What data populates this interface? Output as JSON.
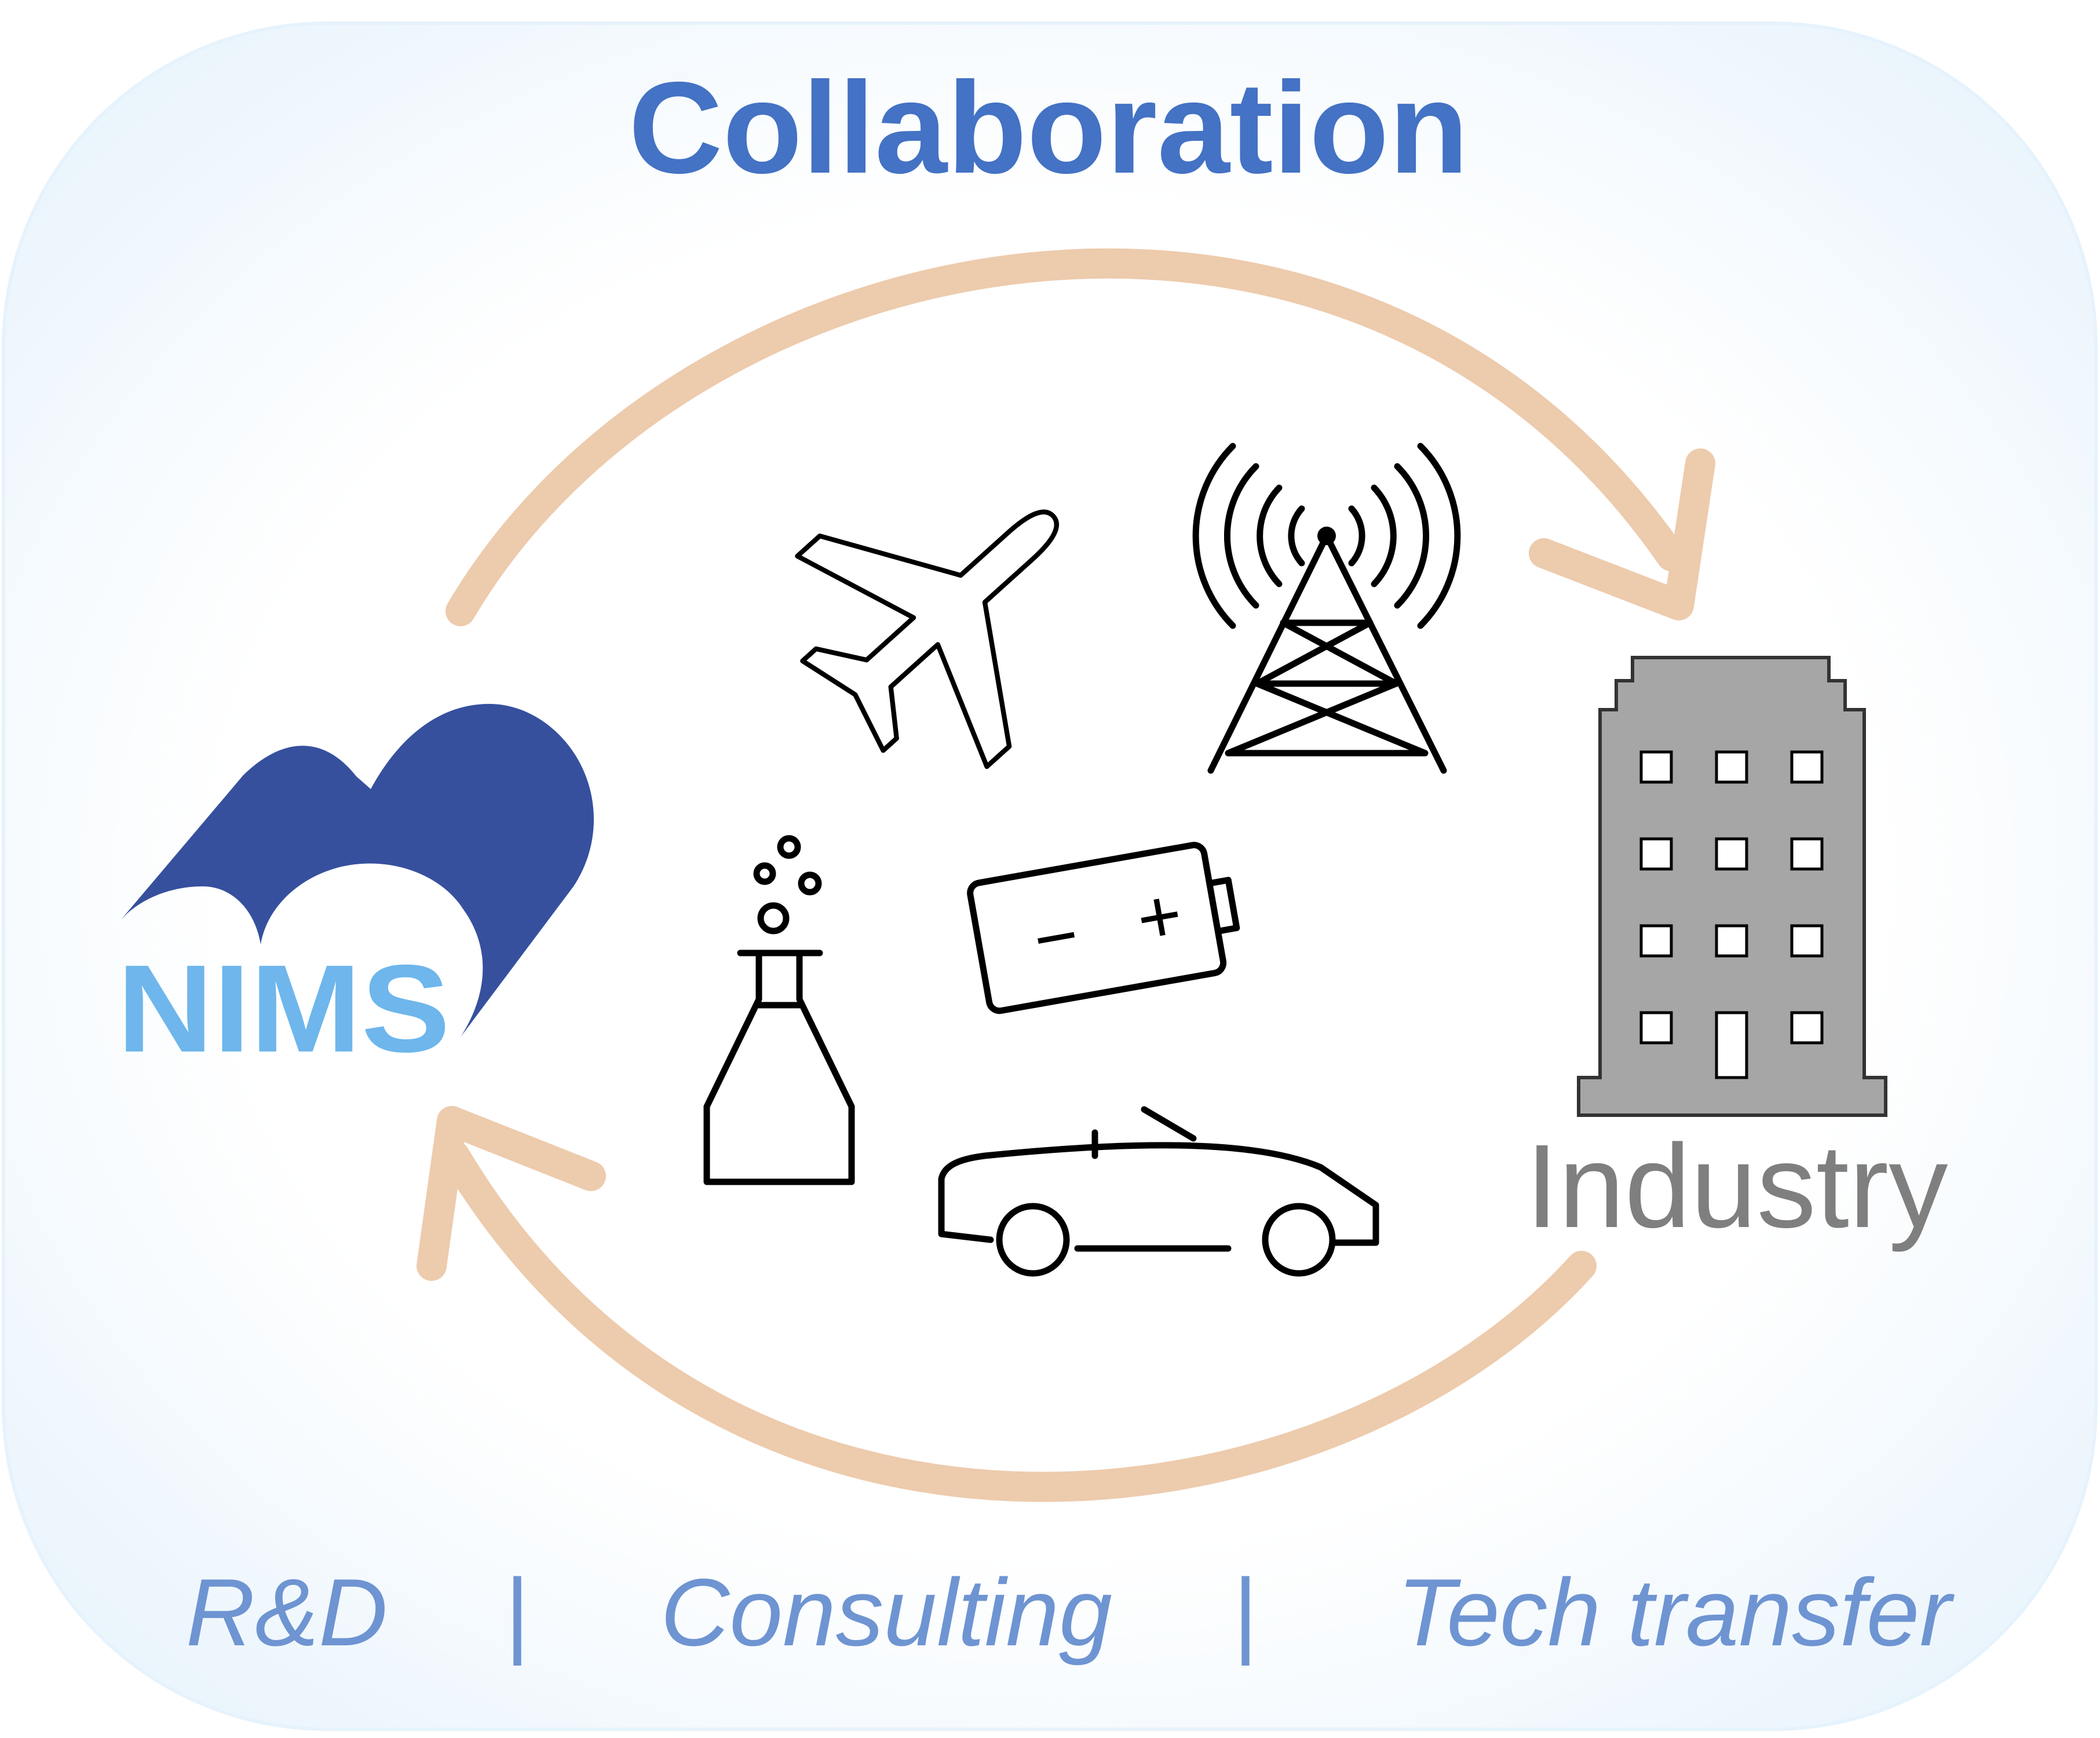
{
  "title": "Collaboration",
  "industry_label": "Industry",
  "logo_text": "NIMS",
  "footer": {
    "rnd": "R&D",
    "separator": "|",
    "consulting": "Consulting",
    "tech_transfer": "Tech transfer"
  },
  "icons": [
    "airplane-icon",
    "radio-tower-icon",
    "flask-icon",
    "battery-icon",
    "car-icon",
    "building-icon"
  ],
  "battery": {
    "minus": "−",
    "plus": "+"
  },
  "colors": {
    "title": "#4472C4",
    "footer": "#6E94D2",
    "arrow": "#EDCBAD",
    "industry_text": "#7F7F7F",
    "building_fill": "#A6A6A6",
    "logo_dark": "#36509E",
    "logo_light": "#6EB6EC",
    "panel_edge": "#E6F3FC"
  }
}
